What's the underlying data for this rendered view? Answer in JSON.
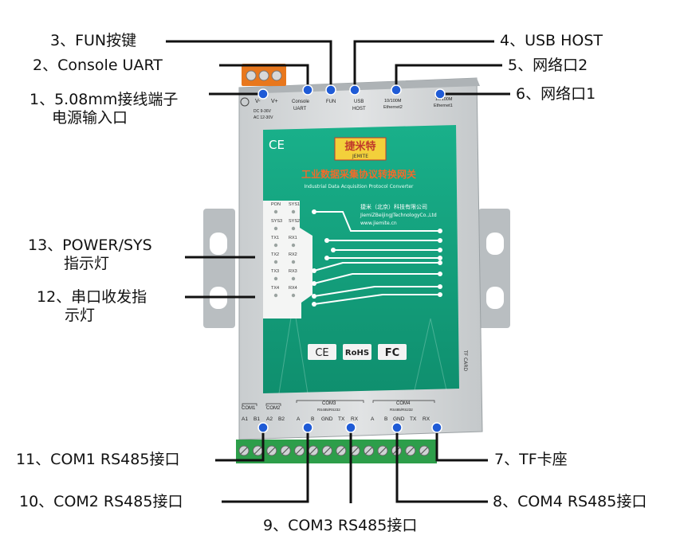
{
  "device": {
    "brand_cn": "捷米特",
    "brand_en": "JEMITE",
    "title_cn": "工业数据采集协议转换网关",
    "title_en": "Industrial Data Acquisition Protocol Converter",
    "company_cn": "捷米（北京）科技有限公司",
    "company_en": "JiemiZBeijingJTechnologyCo.,Ltd",
    "website": "www.jiemite.cn",
    "cert_ce": "CE",
    "cert_rohs": "RoHS",
    "cert_fc": "FC",
    "tf_card_label": "TF CARD"
  },
  "top_ports": {
    "power_v_minus": "V-",
    "power_v_plus": "V+",
    "power_dc": "DC 9-36V",
    "power_ac": "AC 12-30V",
    "console_line1": "Console",
    "console_line2": "UART",
    "fun": "FUN",
    "usb_line1": "USB",
    "usb_line2": "HOST",
    "eth2_line1": "10/100M",
    "eth2_line2": "Ethernet2",
    "eth1_line1": "10/100M",
    "eth1_line2": "Ethernet1"
  },
  "leds": [
    "PON",
    "SYS1",
    "SYS3",
    "SYS2",
    "TX1",
    "RX1",
    "TX2",
    "RX2",
    "TX3",
    "RX3",
    "TX4",
    "RX4"
  ],
  "bottom_ports": {
    "com1": "COM1",
    "com2": "COM2",
    "com3": "COM3",
    "com4": "COM4",
    "rs485_rs232": "RS485/RS232",
    "pins": [
      "A1",
      "B1",
      "A2",
      "B2",
      "A",
      "B",
      "GND",
      "TX",
      "RX",
      "A",
      "B",
      "GND",
      "TX",
      "RX"
    ]
  },
  "callouts": {
    "c3": "3、FUN按键",
    "c2": "2、Console UART",
    "c1_line1": "1、5.08mm接线端子",
    "c1_line2": "电源输入口",
    "c4": "4、USB HOST",
    "c5": "5、网络口2",
    "c6": "6、网络口1",
    "c13_line1": "13、POWER/SYS",
    "c13_line2": "指示灯",
    "c12_line1": "12、串口收发指",
    "c12_line2": "示灯",
    "c11": "11、COM1 RS485接口",
    "c10": "10、COM2 RS485接口",
    "c9": "9、COM3 RS485接口",
    "c7": "7、TF卡座",
    "c8": "8、COM4 RS485接口"
  },
  "colors": {
    "enclosure": "#d9dcdd",
    "label_green": "#17a883",
    "terminal_orange": "#e8771d",
    "terminal_green": "#2d9e4a",
    "leader_line": "#111111",
    "marker_blue": "#1f5bd6"
  }
}
